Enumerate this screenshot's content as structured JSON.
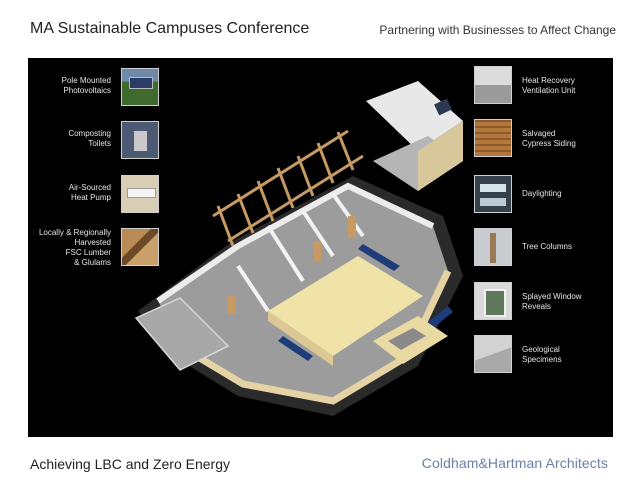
{
  "header": {
    "title": "MA Sustainable Campuses Conference",
    "tagline": "Partnering with Businesses to Affect Change"
  },
  "left_features": [
    {
      "line1": "Pole Mounted",
      "line2": "Photovoltaics",
      "line3": "",
      "line4": "",
      "icon": "solar-panel-icon"
    },
    {
      "line1": "Composting",
      "line2": "Toilets",
      "line3": "",
      "line4": "",
      "icon": "toilet-icon"
    },
    {
      "line1": "Air-Sourced",
      "line2": "Heat Pump",
      "line3": "",
      "line4": "",
      "icon": "heat-pump-icon"
    },
    {
      "line1": "Locally & Regionally",
      "line2": "Harvested",
      "line3": "FSC Lumber",
      "line4": "& Glulams",
      "icon": "lumber-icon"
    }
  ],
  "right_features": [
    {
      "line1": "Heat Recovery",
      "line2": "Ventilation Unit",
      "icon": "ventilation-icon"
    },
    {
      "line1": "Salvaged",
      "line2": "Cypress Siding",
      "icon": "siding-icon"
    },
    {
      "line1": "Daylighting",
      "line2": "",
      "icon": "window-icon"
    },
    {
      "line1": "Tree Columns",
      "line2": "",
      "icon": "column-icon"
    },
    {
      "line1": "Splayed Window",
      "line2": "Reveals",
      "icon": "window-reveal-icon"
    },
    {
      "line1": "Geological",
      "line2": "Specimens",
      "icon": "stone-icon"
    }
  ],
  "footer": {
    "subtitle": "Achieving LBC and Zero Energy",
    "firm": "Coldham&Hartman Architects"
  },
  "colors": {
    "panel_bg": "#000000",
    "firm_text": "#6a7fa6",
    "floor_wood": "#efe3a8",
    "wall": "#e9e9e9",
    "floor_gray": "#9a9a9a",
    "blue_bench": "#1f3c7a",
    "timber": "#c69a62"
  }
}
